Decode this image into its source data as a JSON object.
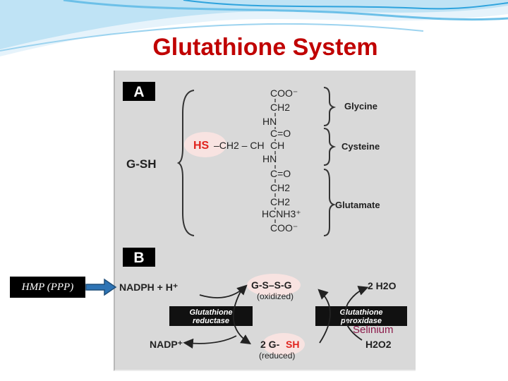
{
  "title": "Glutathione System",
  "panel_a": {
    "label": "A",
    "gsh_label": "G-SH",
    "hs": "HS",
    "side_chain": "–CH2 – CH",
    "structure": [
      "COO⁻",
      "CH2",
      "HN",
      "C=O",
      "CH",
      "HN",
      "C=O",
      "CH2",
      "CH2",
      "HCNH3⁺",
      "COO⁻"
    ],
    "amino_acids": [
      "Glycine",
      "Cysteine",
      "Glutamate"
    ]
  },
  "panel_b": {
    "label": "B",
    "nadph": "NADPH + H⁺",
    "gssg": "G-S–S-G",
    "oxidized": "(oxidized)",
    "water": "2 H2O",
    "reductase": [
      "Glutathione",
      "reductase"
    ],
    "peroxidase": [
      "Glutathione",
      "peroxidase"
    ],
    "nadp": "NADP⁺",
    "two_gsh_prefix": "2 G-",
    "two_gsh_sh": "SH",
    "reduced": "(reduced)",
    "h2o2": "H2O2"
  },
  "hmp_label": "HMP (PPP)",
  "selinium_label": "Selinium",
  "colors": {
    "title": "#c00000",
    "panel_bg": "#d9d9d9",
    "highlight_red": "#e0231d",
    "arrow_blue": "#2e74b5",
    "selinium": "#8b1a4a"
  }
}
